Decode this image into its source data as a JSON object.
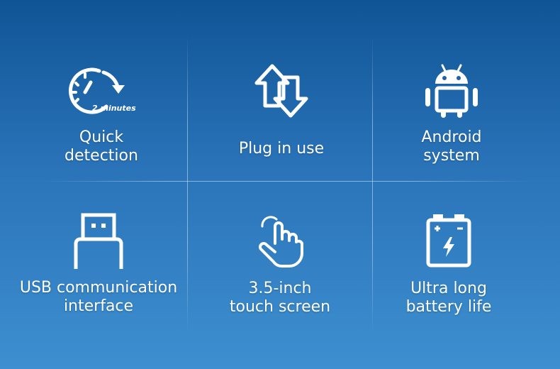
{
  "features": [
    {
      "lines": [
        "Quick",
        "detection"
      ],
      "icon": "timer-icon",
      "icon_text": "2 minutes"
    },
    {
      "lines": [
        "Plug in use",
        ""
      ],
      "icon": "swap-arrows-icon"
    },
    {
      "lines": [
        "Android",
        "system"
      ],
      "icon": "android-icon"
    },
    {
      "lines": [
        "USB communication",
        "interface"
      ],
      "icon": "usb-icon"
    },
    {
      "lines": [
        "3.5-inch",
        "touch screen"
      ],
      "icon": "touch-hand-icon"
    },
    {
      "lines": [
        "Ultra long",
        "battery life"
      ],
      "icon": "battery-icon"
    }
  ],
  "colors": {
    "background_top": "#0f5596",
    "background_bottom": "#3d8fd0",
    "foreground": "#ffffff"
  }
}
